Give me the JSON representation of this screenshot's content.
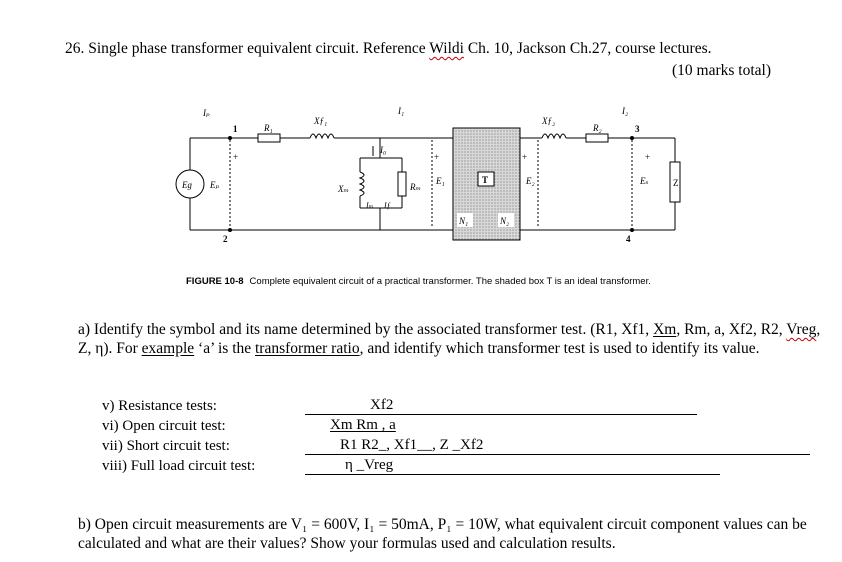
{
  "question": {
    "number": "26.",
    "title_pre": "Single phase transformer equivalent circuit.  Reference ",
    "title_wildi": "Wildi",
    "title_post": " Ch. 10, Jackson Ch.27, course lectures.",
    "marks": "(10 marks total)"
  },
  "figure": {
    "caption_label": "FIGURE 10-8",
    "caption_text": "Complete equivalent circuit of a practical transformer.  The shaded box T is an ideal transformer.",
    "labels": {
      "Ip": "Iₚ",
      "R1": "R₁",
      "Xf1": "Xƒ₁",
      "I1": "I₁",
      "Io": "I₀",
      "Xf2": "Xƒ₂",
      "R2": "R₂",
      "I2": "I₂",
      "Eg": "Eɡ",
      "Ep": "Eₚ",
      "E1": "E₁",
      "E2": "E₂",
      "Es": "Eₛ",
      "Xm": "Xₘ",
      "Rm": "Rₘ",
      "Im": "Iₘ",
      "If": "Iƒ",
      "T": "T",
      "N1": "N₁",
      "N2": "N₂",
      "Z": "Z",
      "n1": "1",
      "n2": "2",
      "n3": "3",
      "n4": "4",
      "plus": "+"
    }
  },
  "part_a": {
    "text1": "a) Identify the symbol and its name determined by the associated transformer test.  (R1, Xf1, ",
    "xm": "Xm",
    "text2": ", Rm, a, Xf2, R2, ",
    "vreg": "Vreg",
    "text3": ", Z, η).  For ",
    "example": "example",
    "text4": " ‘a’ is the ",
    "ratio": "transformer ratio",
    "text5": ", and identify which transformer test is used to identify its value."
  },
  "tests": [
    {
      "label": "v)  Resistance tests:",
      "answer": "Xf2"
    },
    {
      "label": "vi) Open circuit test:",
      "answer": "Xm  Rm   , a"
    },
    {
      "label": "vii) Short circuit test:",
      "answer": "R1   R2_, Xf1__, Z _Xf2"
    },
    {
      "label": "viii)    Full load circuit test:",
      "answer": "η _Vreg"
    }
  ],
  "part_b": {
    "text": "b)  Open circuit measurements are V₁ = 600V, I₁ = 50mA, P₁ = 10W, what equivalent circuit component values can be calculated and what are their values?  Show your formulas used and calculation results."
  }
}
